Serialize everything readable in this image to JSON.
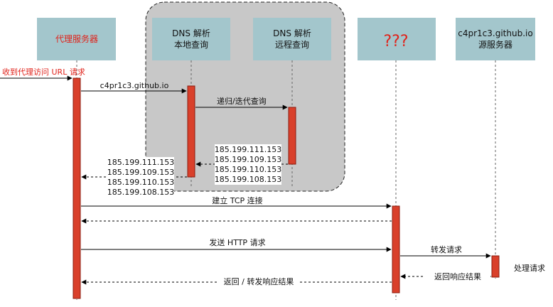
{
  "participants": [
    {
      "id": "proxy",
      "line1": "代理服务器",
      "line2": "",
      "text_color": "#e0231b"
    },
    {
      "id": "dns_local",
      "line1": "DNS 解析",
      "line2": "本地查询",
      "text_color": "#111111"
    },
    {
      "id": "dns_remote",
      "line1": "DNS 解析",
      "line2": "远程查询",
      "text_color": "#111111"
    },
    {
      "id": "unknown",
      "line1": "???",
      "line2": "",
      "text_color": "#e0231b"
    },
    {
      "id": "origin",
      "line1": "c4pr1c3.github.io",
      "line2": "源服务器",
      "text_color": "#111111"
    }
  ],
  "messages": {
    "incoming": "收到代理访问 URL 请求",
    "query_domain": "c4pr1c3.github.io",
    "recursive": "递归/迭代查询",
    "ips_remote": [
      "185.199.111.153",
      "185.199.109.153",
      "185.199.110.153",
      "185.199.108.153"
    ],
    "ips_local": [
      "185.199.111.153",
      "185.199.109.153",
      "185.199.110.153",
      "185.199.108.153"
    ],
    "tcp": "建立 TCP 连接",
    "http": "发送 HTTP 请求",
    "forward": "转发请求",
    "process": "处理请求",
    "origin_reply": "返回响应结果",
    "final_reply": "返回 / 转发响应结果"
  },
  "colors": {
    "header_fill": "#a3c6cc",
    "activation_fill": "#d9402b",
    "activation_stroke": "#8a1c0f",
    "group_fill": "#c8c8c8",
    "alert": "#e0231b",
    "line": "#000000"
  }
}
